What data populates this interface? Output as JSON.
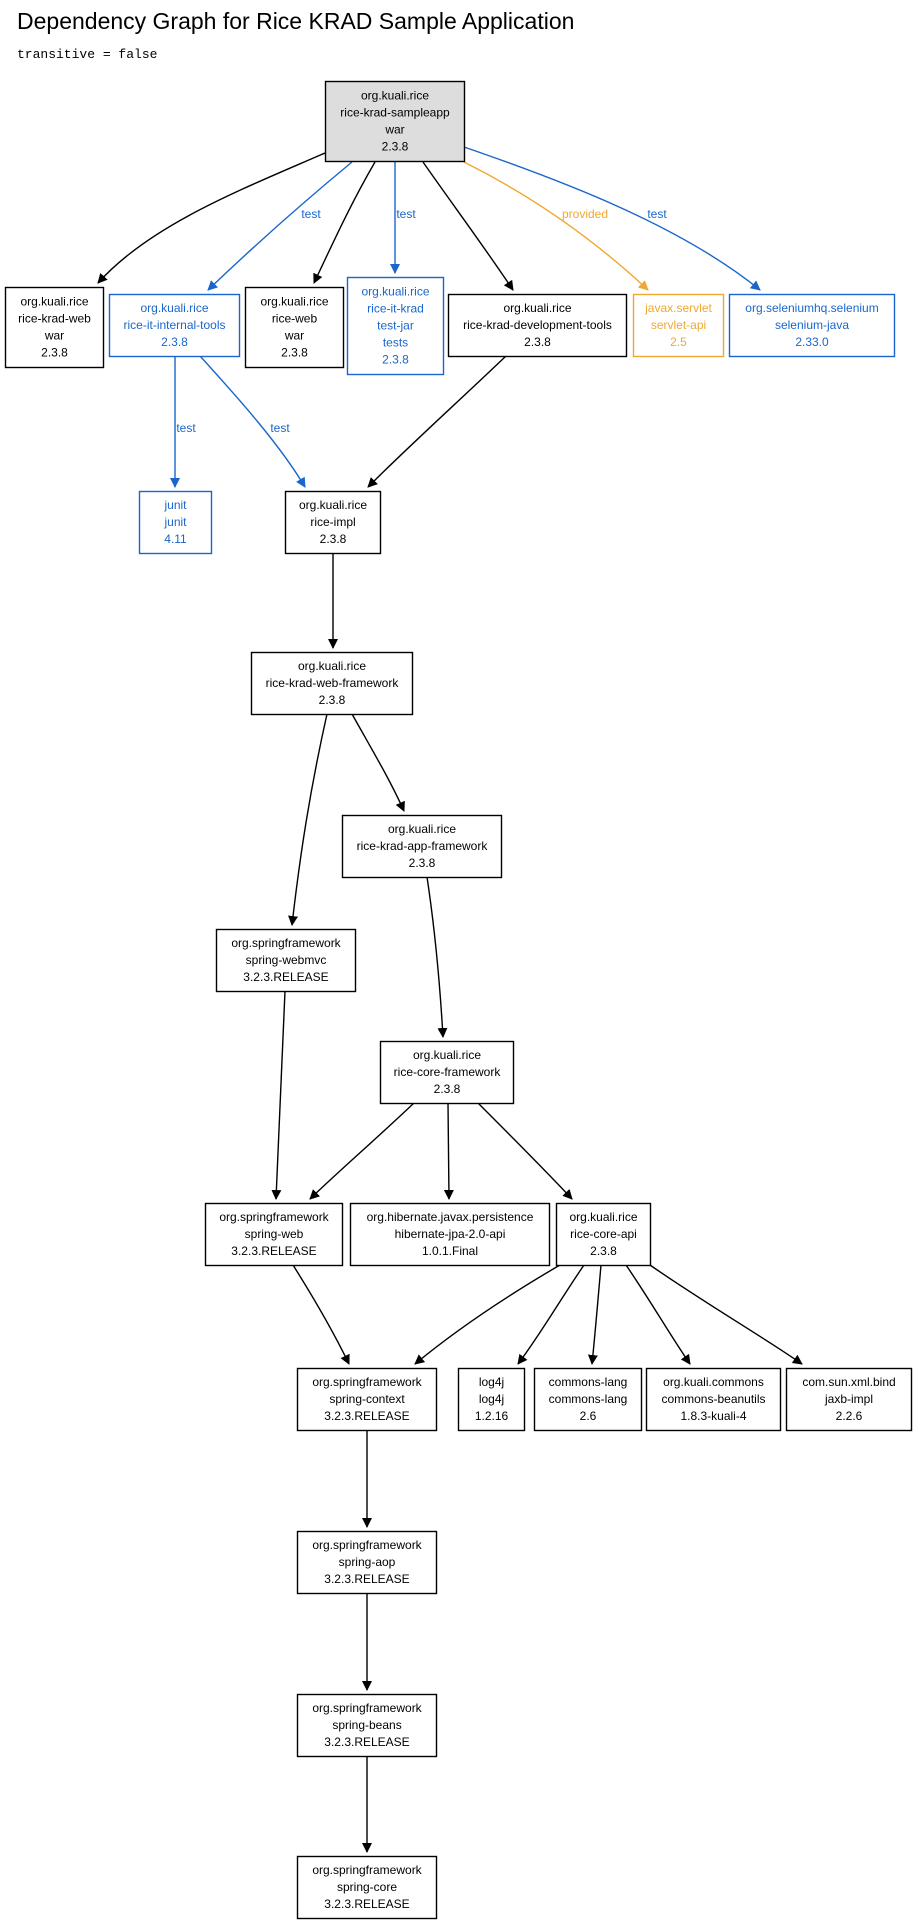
{
  "title": "Dependency Graph for Rice KRAD Sample Application",
  "subtitle": "transitive = false",
  "colors": {
    "compile": "#000000",
    "test": "#1a66cc",
    "provided": "#f0a830",
    "root_fill": "#dddddd"
  },
  "nodes": [
    {
      "id": "root",
      "lines": [
        "org.kuali.rice",
        "rice-krad-sampleapp",
        "war",
        "2.3.8"
      ],
      "scope": "root"
    },
    {
      "id": "krad-web",
      "lines": [
        "org.kuali.rice",
        "rice-krad-web",
        "war",
        "2.3.8"
      ],
      "scope": "compile"
    },
    {
      "id": "it-internal-tools",
      "lines": [
        "org.kuali.rice",
        "rice-it-internal-tools",
        "2.3.8"
      ],
      "scope": "test"
    },
    {
      "id": "rice-web",
      "lines": [
        "org.kuali.rice",
        "rice-web",
        "war",
        "2.3.8"
      ],
      "scope": "compile"
    },
    {
      "id": "it-krad",
      "lines": [
        "org.kuali.rice",
        "rice-it-krad",
        "test-jar",
        "tests",
        "2.3.8"
      ],
      "scope": "test"
    },
    {
      "id": "dev-tools",
      "lines": [
        "org.kuali.rice",
        "rice-krad-development-tools",
        "2.3.8"
      ],
      "scope": "compile"
    },
    {
      "id": "servlet",
      "lines": [
        "javax.servlet",
        "servlet-api",
        "2.5"
      ],
      "scope": "provided"
    },
    {
      "id": "selenium",
      "lines": [
        "org.seleniumhq.selenium",
        "selenium-java",
        "2.33.0"
      ],
      "scope": "test"
    },
    {
      "id": "junit",
      "lines": [
        "junit",
        "junit",
        "4.11"
      ],
      "scope": "test"
    },
    {
      "id": "impl",
      "lines": [
        "org.kuali.rice",
        "rice-impl",
        "2.3.8"
      ],
      "scope": "compile"
    },
    {
      "id": "web-framework",
      "lines": [
        "org.kuali.rice",
        "rice-krad-web-framework",
        "2.3.8"
      ],
      "scope": "compile"
    },
    {
      "id": "app-framework",
      "lines": [
        "org.kuali.rice",
        "rice-krad-app-framework",
        "2.3.8"
      ],
      "scope": "compile"
    },
    {
      "id": "webmvc",
      "lines": [
        "org.springframework",
        "spring-webmvc",
        "3.2.3.RELEASE"
      ],
      "scope": "compile"
    },
    {
      "id": "core-framework",
      "lines": [
        "org.kuali.rice",
        "rice-core-framework",
        "2.3.8"
      ],
      "scope": "compile"
    },
    {
      "id": "spring-web",
      "lines": [
        "org.springframework",
        "spring-web",
        "3.2.3.RELEASE"
      ],
      "scope": "compile"
    },
    {
      "id": "hibernate",
      "lines": [
        "org.hibernate.javax.persistence",
        "hibernate-jpa-2.0-api",
        "1.0.1.Final"
      ],
      "scope": "compile"
    },
    {
      "id": "core-api",
      "lines": [
        "org.kuali.rice",
        "rice-core-api",
        "2.3.8"
      ],
      "scope": "compile"
    },
    {
      "id": "context",
      "lines": [
        "org.springframework",
        "spring-context",
        "3.2.3.RELEASE"
      ],
      "scope": "compile"
    },
    {
      "id": "log4j",
      "lines": [
        "log4j",
        "log4j",
        "1.2.16"
      ],
      "scope": "compile"
    },
    {
      "id": "commons-lang",
      "lines": [
        "commons-lang",
        "commons-lang",
        "2.6"
      ],
      "scope": "compile"
    },
    {
      "id": "beanutils",
      "lines": [
        "org.kuali.commons",
        "commons-beanutils",
        "1.8.3-kuali-4"
      ],
      "scope": "compile"
    },
    {
      "id": "jaxb",
      "lines": [
        "com.sun.xml.bind",
        "jaxb-impl",
        "2.2.6"
      ],
      "scope": "compile"
    },
    {
      "id": "aop",
      "lines": [
        "org.springframework",
        "spring-aop",
        "3.2.3.RELEASE"
      ],
      "scope": "compile"
    },
    {
      "id": "beans",
      "lines": [
        "org.springframework",
        "spring-beans",
        "3.2.3.RELEASE"
      ],
      "scope": "compile"
    },
    {
      "id": "core",
      "lines": [
        "org.springframework",
        "spring-core",
        "3.2.3.RELEASE"
      ],
      "scope": "compile"
    }
  ],
  "edges": [
    {
      "from": "root",
      "to": "krad-web",
      "scope": "compile",
      "label": ""
    },
    {
      "from": "root",
      "to": "it-internal-tools",
      "scope": "test",
      "label": "test"
    },
    {
      "from": "root",
      "to": "rice-web",
      "scope": "compile",
      "label": ""
    },
    {
      "from": "root",
      "to": "it-krad",
      "scope": "test",
      "label": "test"
    },
    {
      "from": "root",
      "to": "dev-tools",
      "scope": "compile",
      "label": ""
    },
    {
      "from": "root",
      "to": "servlet",
      "scope": "provided",
      "label": "provided"
    },
    {
      "from": "root",
      "to": "selenium",
      "scope": "test",
      "label": "test"
    },
    {
      "from": "it-internal-tools",
      "to": "junit",
      "scope": "test",
      "label": "test"
    },
    {
      "from": "it-internal-tools",
      "to": "impl",
      "scope": "test",
      "label": "test"
    },
    {
      "from": "dev-tools",
      "to": "impl",
      "scope": "compile",
      "label": ""
    },
    {
      "from": "impl",
      "to": "web-framework",
      "scope": "compile",
      "label": ""
    },
    {
      "from": "web-framework",
      "to": "webmvc",
      "scope": "compile",
      "label": ""
    },
    {
      "from": "web-framework",
      "to": "app-framework",
      "scope": "compile",
      "label": ""
    },
    {
      "from": "app-framework",
      "to": "core-framework",
      "scope": "compile",
      "label": ""
    },
    {
      "from": "webmvc",
      "to": "spring-web",
      "scope": "compile",
      "label": ""
    },
    {
      "from": "core-framework",
      "to": "spring-web",
      "scope": "compile",
      "label": ""
    },
    {
      "from": "core-framework",
      "to": "hibernate",
      "scope": "compile",
      "label": ""
    },
    {
      "from": "core-framework",
      "to": "core-api",
      "scope": "compile",
      "label": ""
    },
    {
      "from": "spring-web",
      "to": "context",
      "scope": "compile",
      "label": ""
    },
    {
      "from": "core-api",
      "to": "context",
      "scope": "compile",
      "label": ""
    },
    {
      "from": "core-api",
      "to": "log4j",
      "scope": "compile",
      "label": ""
    },
    {
      "from": "core-api",
      "to": "commons-lang",
      "scope": "compile",
      "label": ""
    },
    {
      "from": "core-api",
      "to": "beanutils",
      "scope": "compile",
      "label": ""
    },
    {
      "from": "core-api",
      "to": "jaxb",
      "scope": "compile",
      "label": ""
    },
    {
      "from": "context",
      "to": "aop",
      "scope": "compile",
      "label": ""
    },
    {
      "from": "aop",
      "to": "beans",
      "scope": "compile",
      "label": ""
    },
    {
      "from": "beans",
      "to": "core",
      "scope": "compile",
      "label": ""
    }
  ]
}
